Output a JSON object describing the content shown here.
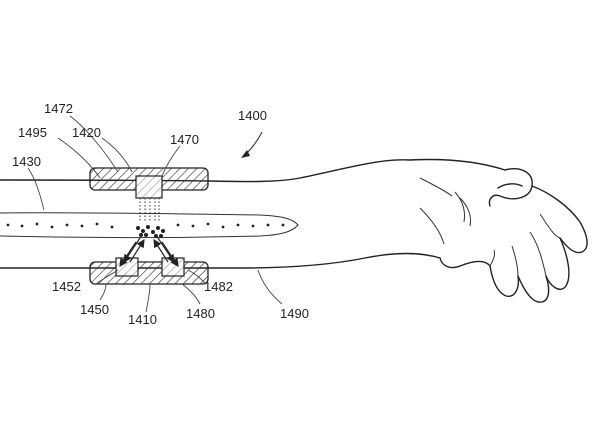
{
  "figure": {
    "reference": "1400",
    "labels": {
      "l1472": "1472",
      "l1495": "1495",
      "l1420": "1420",
      "l1470": "1470",
      "l1430": "1430",
      "l1452": "1452",
      "l1450": "1450",
      "l1410": "1410",
      "l1480": "1480",
      "l1482": "1482",
      "l1490": "1490"
    }
  }
}
